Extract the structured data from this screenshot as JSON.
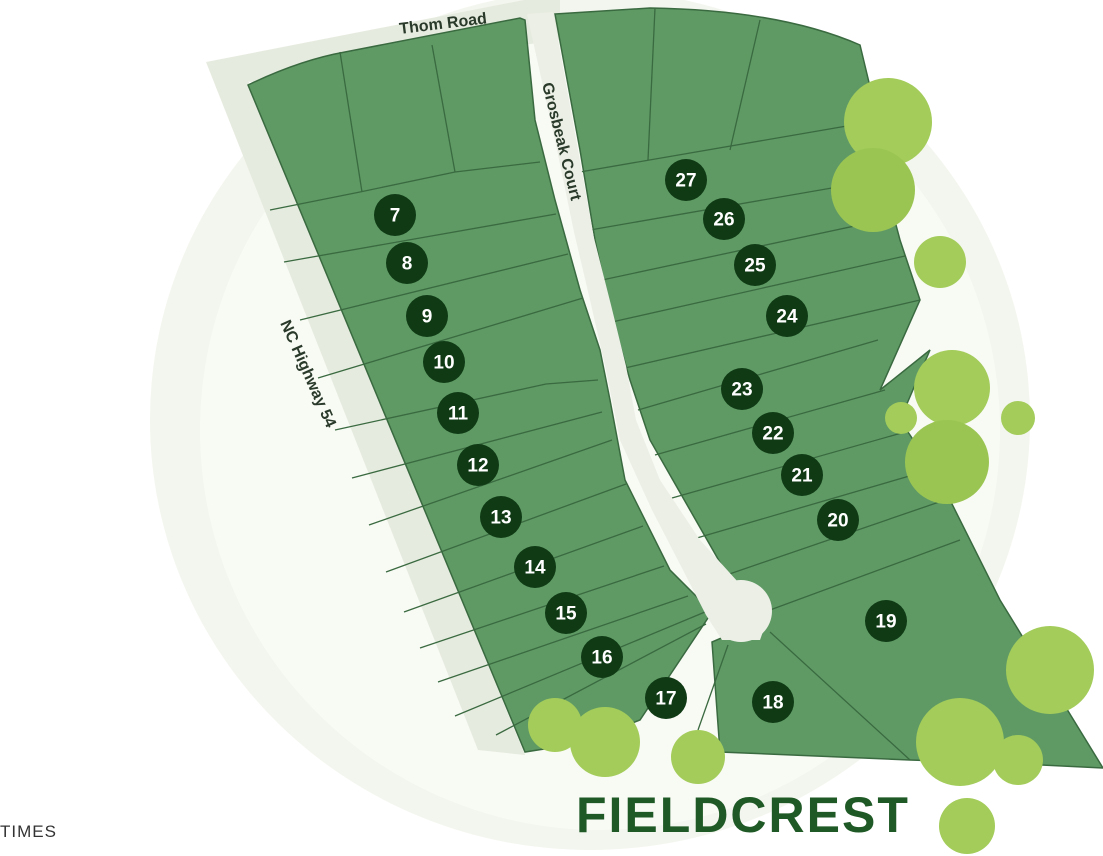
{
  "map": {
    "title": "FIELDCREST",
    "corner_text": "TIMES",
    "roads": {
      "top": "Thom Road",
      "court": "Grosbeak Court",
      "highway": "NC Highway 54"
    },
    "lots": [
      "7",
      "8",
      "9",
      "10",
      "11",
      "12",
      "13",
      "14",
      "15",
      "16",
      "17",
      "18",
      "19",
      "20",
      "21",
      "22",
      "23",
      "24",
      "25",
      "26",
      "27"
    ],
    "colors": {
      "lot_fill": "#5f9a65",
      "lot_line": "#3a6a40",
      "road": "#ecefe6",
      "marker": "#0f3a14",
      "tree": "#a3cc5a",
      "title": "#1f5a26"
    }
  }
}
